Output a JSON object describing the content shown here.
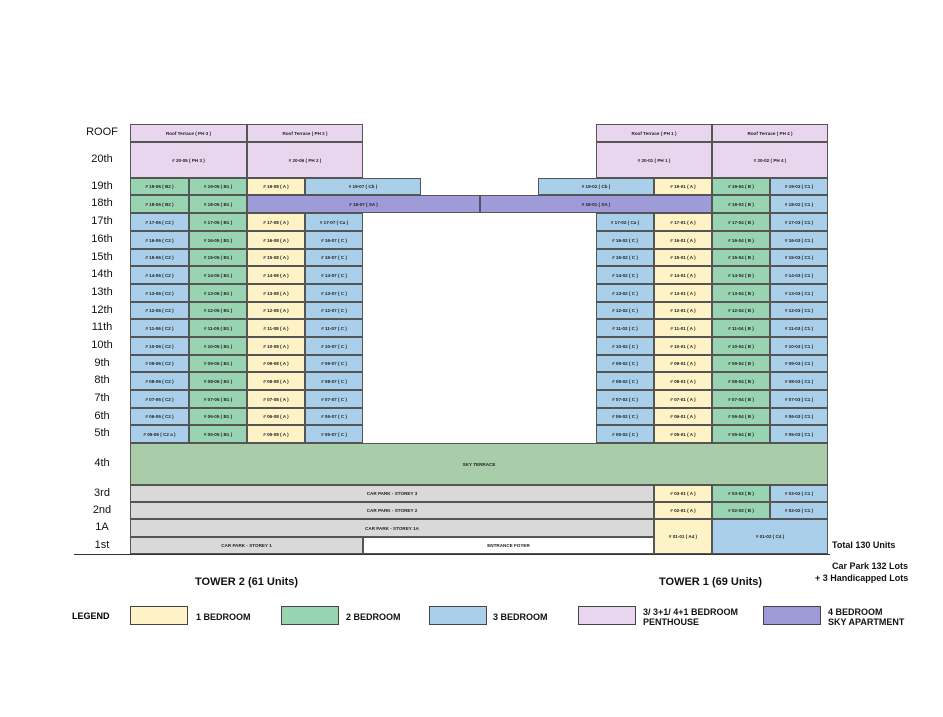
{
  "floors": [
    "ROOF",
    "20th",
    "19th",
    "18th",
    "17th",
    "16th",
    "15th",
    "14th",
    "13th",
    "12th",
    "11th",
    "10th",
    "9th",
    "8th",
    "7th",
    "6th",
    "5th",
    "4th",
    "3rd",
    "2nd",
    "1A",
    "1st"
  ],
  "roof": [
    {
      "text": "Roof Terrace ( PH 3 )",
      "cls": "c-ph"
    },
    {
      "text": "Roof Terrace ( PH 2 )",
      "cls": "c-ph"
    },
    {
      "text": "Roof Terrace ( PH 1 )",
      "cls": "c-ph"
    },
    {
      "text": "Roof Terrace ( PH 4 )",
      "cls": "c-ph"
    }
  ],
  "floor20": [
    {
      "text": "# 20-05 ( PH 3 )",
      "cls": "c-ph"
    },
    {
      "text": "# 20-06 ( PH 2 )",
      "cls": "c-ph"
    },
    {
      "text": "# 20-01 ( PH 1 )",
      "cls": "c-ph"
    },
    {
      "text": "# 20-02 ( PH 4 )",
      "cls": "c-ph"
    }
  ],
  "floor19": [
    {
      "text": "# 19-06 ( B2 )",
      "cls": "c-2"
    },
    {
      "text": "# 19-05 ( B1 )",
      "cls": "c-2"
    },
    {
      "text": "# 19-08 ( A )",
      "cls": "c-1"
    },
    {
      "text": "# 19-07 ( Cb )",
      "cls": "c-3"
    },
    {
      "text": "# 19-02 ( Cb )",
      "cls": "c-3"
    },
    {
      "text": "# 19-01 ( A )",
      "cls": "c-1"
    },
    {
      "text": "# 19-04 ( B )",
      "cls": "c-2"
    },
    {
      "text": "# 19-03 ( C1 )",
      "cls": "c-3"
    }
  ],
  "floor18": [
    {
      "text": "# 18-06 ( B2 )",
      "cls": "c-2"
    },
    {
      "text": "# 18-05 ( B1 )",
      "cls": "c-2"
    },
    {
      "text": "# 18-07 ( SA )",
      "cls": "c-sky"
    },
    {
      "text": "# 18-01 ( SA )",
      "cls": "c-sky"
    },
    {
      "text": "# 18-03 ( B )",
      "cls": "c-2"
    },
    {
      "text": "# 18-02 ( C1 )",
      "cls": "c-3"
    }
  ],
  "floor17": [
    {
      "text": "# 17-06 ( C2 )",
      "cls": "c-3"
    },
    {
      "text": "# 17-05 ( B1 )",
      "cls": "c-2"
    },
    {
      "text": "# 17-08 ( A )",
      "cls": "c-1"
    },
    {
      "text": "# 17-07 ( Ca )",
      "cls": "c-3"
    },
    {
      "text": "# 17-02 ( Ca )",
      "cls": "c-3"
    },
    {
      "text": "# 17-01 ( A )",
      "cls": "c-1"
    },
    {
      "text": "# 17-04 ( B )",
      "cls": "c-2"
    },
    {
      "text": "# 17-03 ( C1 )",
      "cls": "c-3"
    }
  ],
  "typical": [
    {
      "label": "16th",
      "cells": [
        "# 16-06 ( C2 )",
        "# 16-05 ( B1 )",
        "# 16-08 ( A )",
        "# 16-07 ( C )",
        "# 16-02 ( C )",
        "# 16-01 ( A )",
        "# 16-04 ( B )",
        "# 16-03 ( C1 )"
      ]
    },
    {
      "label": "15th",
      "cells": [
        "# 15-06 ( C2 )",
        "# 15-05 ( B1 )",
        "# 15-08 ( A )",
        "# 15-07 ( C )",
        "# 15-02 ( C )",
        "# 15-01 ( A )",
        "# 15-04 ( B )",
        "# 15-03 ( C1 )"
      ]
    },
    {
      "label": "14th",
      "cells": [
        "# 14-06 ( C2 )",
        "# 14-05 ( B1 )",
        "# 14-08 ( A )",
        "# 14-07 ( C )",
        "# 14-02 ( C )",
        "# 14-01 ( A )",
        "# 14-04 ( B )",
        "# 14-03 ( C1 )"
      ]
    },
    {
      "label": "13th",
      "cells": [
        "# 13-06 ( C2 )",
        "# 13-05 ( B1 )",
        "# 13-08 ( A )",
        "# 13-07 ( C )",
        "# 13-02 ( C )",
        "# 13-01 ( A )",
        "# 13-04 ( B )",
        "# 13-03 ( C1 )"
      ]
    },
    {
      "label": "12th",
      "cells": [
        "# 12-06 ( C2 )",
        "# 12-05 ( B1 )",
        "# 12-08 ( A )",
        "# 12-07 ( C )",
        "# 12-02 ( C )",
        "# 12-01 ( A )",
        "# 12-04 ( B )",
        "# 12-03 ( C1 )"
      ]
    },
    {
      "label": "11th",
      "cells": [
        "# 11-06 ( C2 )",
        "# 11-05 ( B1 )",
        "# 11-08 ( A )",
        "# 11-07 ( C )",
        "# 11-02 ( C )",
        "# 11-01 ( A )",
        "# 11-04 ( B )",
        "# 11-03 ( C1 )"
      ]
    },
    {
      "label": "10th",
      "cells": [
        "# 10-06 ( C2 )",
        "# 10-05 ( B1 )",
        "# 10-08 ( A )",
        "# 10-07 ( C )",
        "# 10-02 ( C )",
        "# 10-01 ( A )",
        "# 10-04 ( B )",
        "# 10-03 ( C1 )"
      ]
    },
    {
      "label": "9th",
      "cells": [
        "# 09-06 ( C2 )",
        "# 09-05 ( B1 )",
        "# 09-08 ( A )",
        "# 09-07 ( C )",
        "# 09-02 ( C )",
        "# 09-01 ( A )",
        "# 09-04 ( B )",
        "# 09-03 ( C1 )"
      ]
    },
    {
      "label": "8th",
      "cells": [
        "# 08-06 ( C2 )",
        "# 08-05 ( B1 )",
        "# 08-08 ( A )",
        "# 08-07 ( C )",
        "# 08-02 ( C )",
        "# 08-01 ( A )",
        "# 08-04 ( B )",
        "# 08-03 ( C1 )"
      ]
    },
    {
      "label": "7th",
      "cells": [
        "# 07-06 ( C2 )",
        "# 07-05 ( B1 )",
        "# 07-08 ( A )",
        "# 07-07 ( C )",
        "# 07-02 ( C )",
        "# 07-01 ( A )",
        "# 07-04 ( B )",
        "# 07-03 ( C1 )"
      ]
    },
    {
      "label": "6th",
      "cells": [
        "# 06-06 ( C2 )",
        "# 06-05 ( B1 )",
        "# 06-08 ( A )",
        "# 06-07 ( C )",
        "# 06-02 ( C )",
        "# 06-01 ( A )",
        "# 06-04 ( B )",
        "# 06-03 ( C1 )"
      ]
    },
    {
      "label": "5th",
      "cells": [
        "# 05-06 ( C2 a )",
        "# 05-05 ( B1 )",
        "# 05-08 ( A )",
        "# 05-07 ( C )",
        "# 05-02 ( C )",
        "# 05-01 ( A )",
        "# 05-04 ( B )",
        "# 05-03 ( C1 )"
      ]
    }
  ],
  "floor4": {
    "text": "SKY TERRACE"
  },
  "floor3": {
    "park": "CAR PARK - STOREY 3",
    "cells": [
      "# 03-01 ( A )",
      "# 03-03 ( B )",
      "# 03-02 ( C1 )"
    ]
  },
  "floor2": {
    "park": "CAR PARK - STOREY 2",
    "cells": [
      "# 02-01 ( A )",
      "# 02-03 ( B )",
      "# 02-02 ( C1 )"
    ]
  },
  "floor1a": {
    "park": "CAR PARK - STOREY 1A"
  },
  "floor1": {
    "park": "CAR PARK - STOREY 1",
    "foyer": "ENTRANCE FOYER",
    "unit_a": "# 01-01 ( A4 )",
    "unit_c": "# 01-02 ( C4 )"
  },
  "notes": {
    "total": "Total 130 Units",
    "car_park": "Car Park 132 Lots",
    "handicapped": "+ 3 Handicapped Lots"
  },
  "towers": {
    "tower2": "TOWER 2  (61 Units)",
    "tower1": "TOWER 1  (69 Units)"
  },
  "legend": {
    "title": "LEGEND",
    "items": [
      {
        "label": "1 BEDROOM",
        "color": "#fdf3c6"
      },
      {
        "label": "2 BEDROOM",
        "color": "#98d4b1"
      },
      {
        "label": "3 BEDROOM",
        "color": "#a9cfea"
      },
      {
        "label": "3/ 3+1/ 4+1 BEDROOM\nPENTHOUSE",
        "color": "#e8d6ee"
      },
      {
        "label": "4 BEDROOM\nSKY APARTMENT",
        "color": "#9e9bd8"
      }
    ]
  }
}
